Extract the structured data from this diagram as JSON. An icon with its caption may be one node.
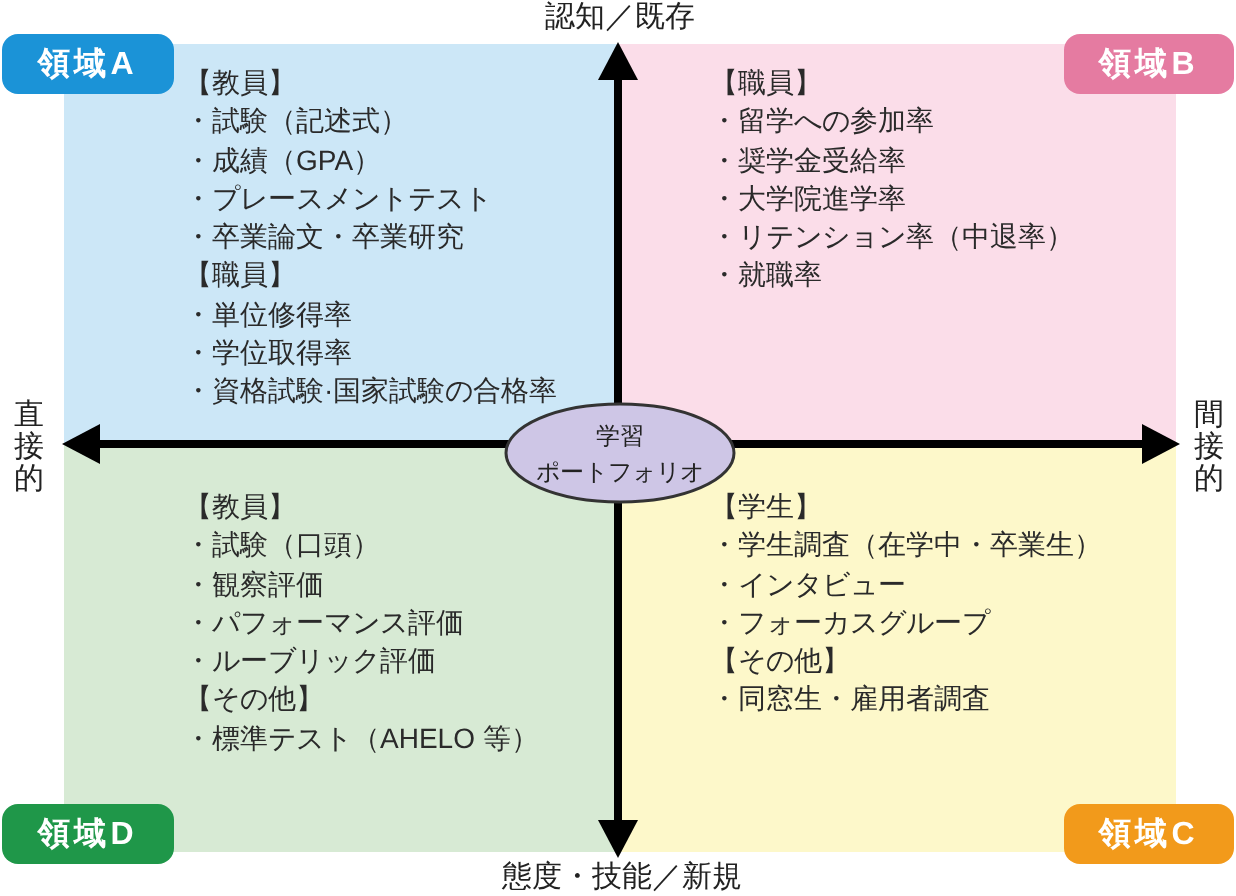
{
  "diagram": {
    "nodes": [
      {
        "text": [
          "領域A"
        ]
      },
      {
        "text": [
          "【教員】",
          "・試験（記述式）",
          "・成績（GPA）",
          "・プレースメントテスト",
          "・卒業論文・卒業研究",
          "【職員】",
          "・単位修得率",
          "・学位取得率",
          "・資格試験·国家試験の合格率"
        ]
      },
      {
        "text": [
          "領域B"
        ]
      },
      {
        "text": [
          "【職員】",
          "・留学への参加率",
          "・奨学金受給率",
          "・大学院進学率",
          "・リテンション率（中退率）",
          "・就職率"
        ]
      },
      {
        "text": [
          "学習ポートフォリオ"
        ]
      },
      {
        "text": [
          "【教員】",
          "・試験（口頭）",
          "・観察評価",
          "・パフォーマンス評価",
          "・ルーブリック評価",
          "【その他】",
          "・標準テスト（AHELO 等）"
        ]
      },
      {
        "text": [
          "領域D"
        ]
      },
      {
        "text": [
          "【学生】",
          "・学生調査（在学中・卒業生）",
          "・インタビュー",
          "・フォーカスグループ",
          "【その他】",
          "・同窓生・雇用者調査"
        ]
      },
      {
        "text": [
          "領域C"
        ]
      }
    ],
    "labels": [
      "認知／既存",
      "直接的",
      "間接的",
      "態度・技能／新規"
    ]
  }
}
